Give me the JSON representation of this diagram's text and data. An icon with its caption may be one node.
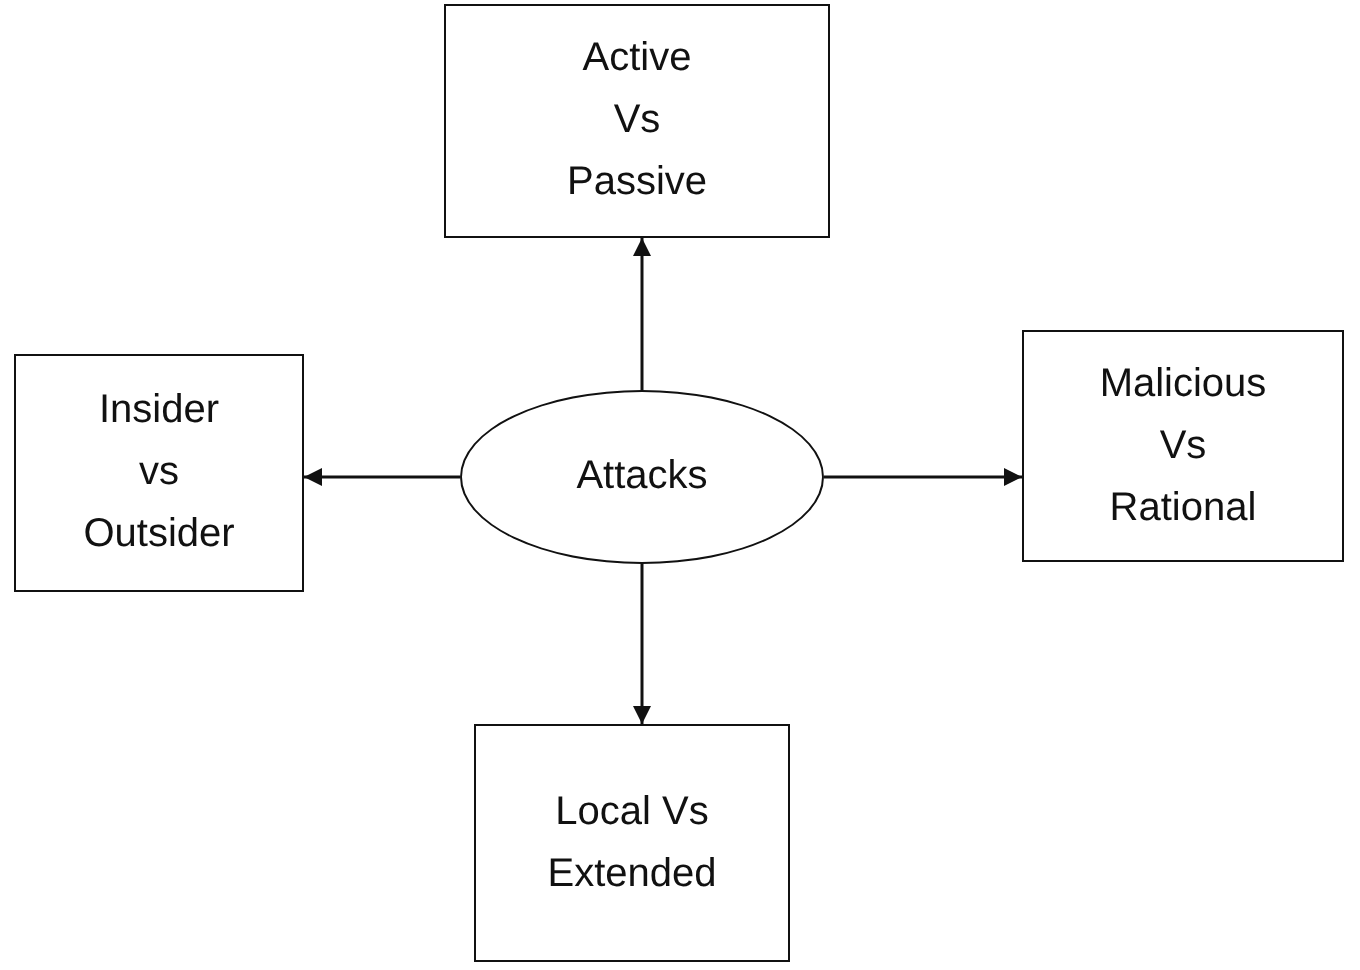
{
  "diagram": {
    "nodes": [
      {
        "text": [
          "Active Vs Passive"
        ]
      },
      {
        "text": [
          "Insider vs Outsider"
        ]
      },
      {
        "text": [
          "Attacks"
        ]
      },
      {
        "text": [
          "Malicious Vs Rational"
        ]
      },
      {
        "text": [
          "Local Vs Extended"
        ]
      }
    ],
    "edges": [
      {
        "from": 2,
        "to": 0,
        "arrow": "to"
      },
      {
        "from": 2,
        "to": 1,
        "arrow": "to"
      },
      {
        "from": 2,
        "to": 3,
        "arrow": "to"
      },
      {
        "from": 2,
        "to": 4,
        "arrow": "to"
      }
    ]
  }
}
